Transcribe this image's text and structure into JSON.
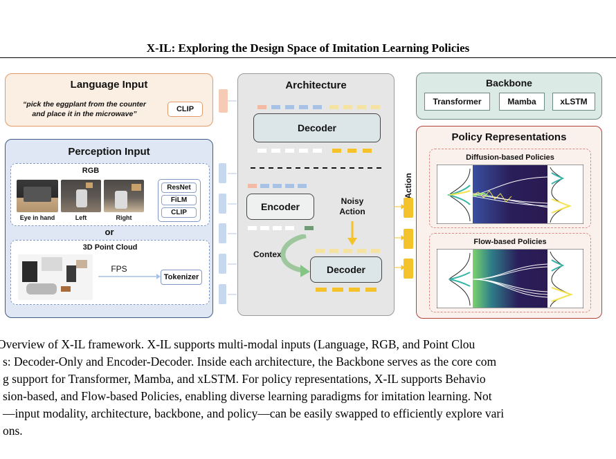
{
  "paper": {
    "title": "X-IL: Exploring the Design Space of Imitation Learning Policies"
  },
  "figure": {
    "language_input": {
      "title": "Language Input",
      "instruction_line1": "“pick the eggplant from the counter",
      "instruction_line2": "and place it in the microwave”",
      "encoder": "CLIP"
    },
    "perception_input": {
      "title": "Perception Input",
      "rgb": {
        "title": "RGB",
        "views": [
          "Eye in hand",
          "Left",
          "Right"
        ],
        "encoders": [
          "ResNet",
          "FiLM",
          "CLIP"
        ]
      },
      "or_label": "or",
      "point_cloud": {
        "title": "3D Point Cloud",
        "sampling": "FPS",
        "tokenizer": "Tokenizer"
      }
    },
    "architecture": {
      "title": "Architecture",
      "decoder_only_label": "Decoder",
      "encoder_label": "Encoder",
      "decoder_label": "Decoder",
      "noisy_action_line1": "Noisy",
      "noisy_action_line2": "Action",
      "context_label": "Context",
      "action_label": "Action"
    },
    "backbone": {
      "title": "Backbone",
      "options": [
        "Transformer",
        "Mamba",
        "xLSTM"
      ]
    },
    "policy_representations": {
      "title": "Policy Representations",
      "diffusion": "Diffusion-based Policies",
      "flow": "Flow-based Policies"
    },
    "colors": {
      "language_bg": "#fbeee2",
      "language_border": "#e39a6b",
      "perception_bg": "#dfe7f4",
      "perception_border": "#3d5a86",
      "architecture_bg": "#e6e6e6",
      "backbone_bg": "#dceae6",
      "policy_bg": "#fbf1ec",
      "policy_border": "#b0433c",
      "token_yellow": "#f4c22a",
      "token_blue": "#a8c2e6",
      "token_salmon": "#f2b9a4"
    }
  },
  "caption": {
    "line1": "Overview of X-IL framework. X-IL supports multi-modal inputs (Language, RGB, and Point Clou",
    "line2": "s: Decoder-Only and Encoder-Decoder. Inside each architecture, the Backbone serves as the core com",
    "line3": "g support for Transformer, Mamba, and xLSTM. For policy representations, X-IL supports Behavio",
    "line4": "sion-based, and Flow-based Policies, enabling diverse learning paradigms for imitation learning. Not",
    "line5": "—input modality, architecture, backbone, and policy—can be easily swapped to efficiently explore vari",
    "line6": "ons."
  }
}
